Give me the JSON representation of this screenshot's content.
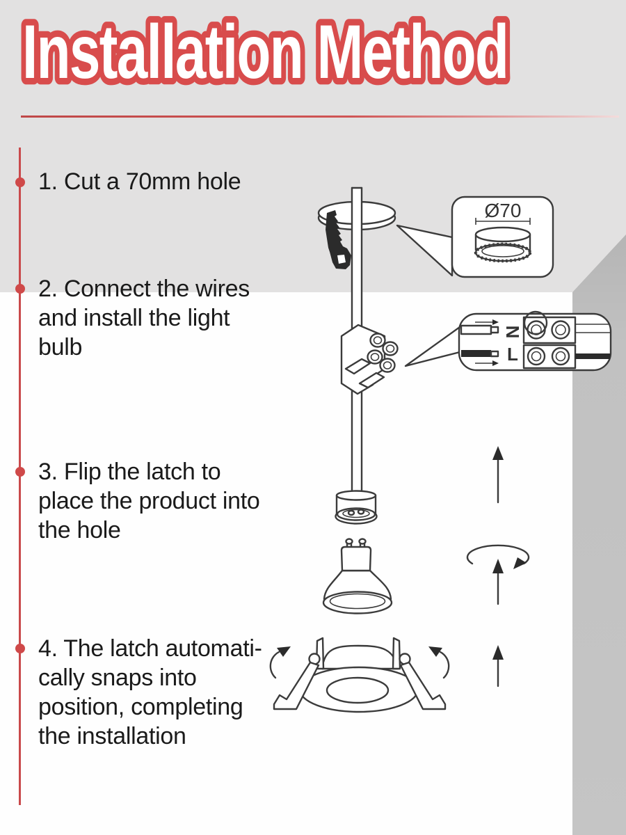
{
  "title": {
    "text": "Installation Method"
  },
  "steps": [
    {
      "lines": [
        "1. Cut a 70mm hole"
      ]
    },
    {
      "lines": [
        "2. Connect the wires",
        "and install the light",
        "bulb"
      ]
    },
    {
      "lines": [
        "3. Flip the latch to",
        "place the product into",
        "the hole"
      ]
    },
    {
      "lines": [
        "4. The latch automati-",
        "cally snaps into",
        "position, completing",
        "the installation"
      ]
    }
  ],
  "callouts": {
    "hole": {
      "label": "Ø70"
    },
    "wiring": {
      "neutral": "N",
      "live": "L"
    }
  },
  "colors": {
    "accent_red": "#d84c4c",
    "timeline_red": "#c9494b",
    "line_art": "#3b3b3b",
    "ceiling_gray": "#e2e1e1",
    "side_wall_gray": "#c2c2c2",
    "wall_white": "#fefefe",
    "text_black": "#1a1a1a"
  }
}
